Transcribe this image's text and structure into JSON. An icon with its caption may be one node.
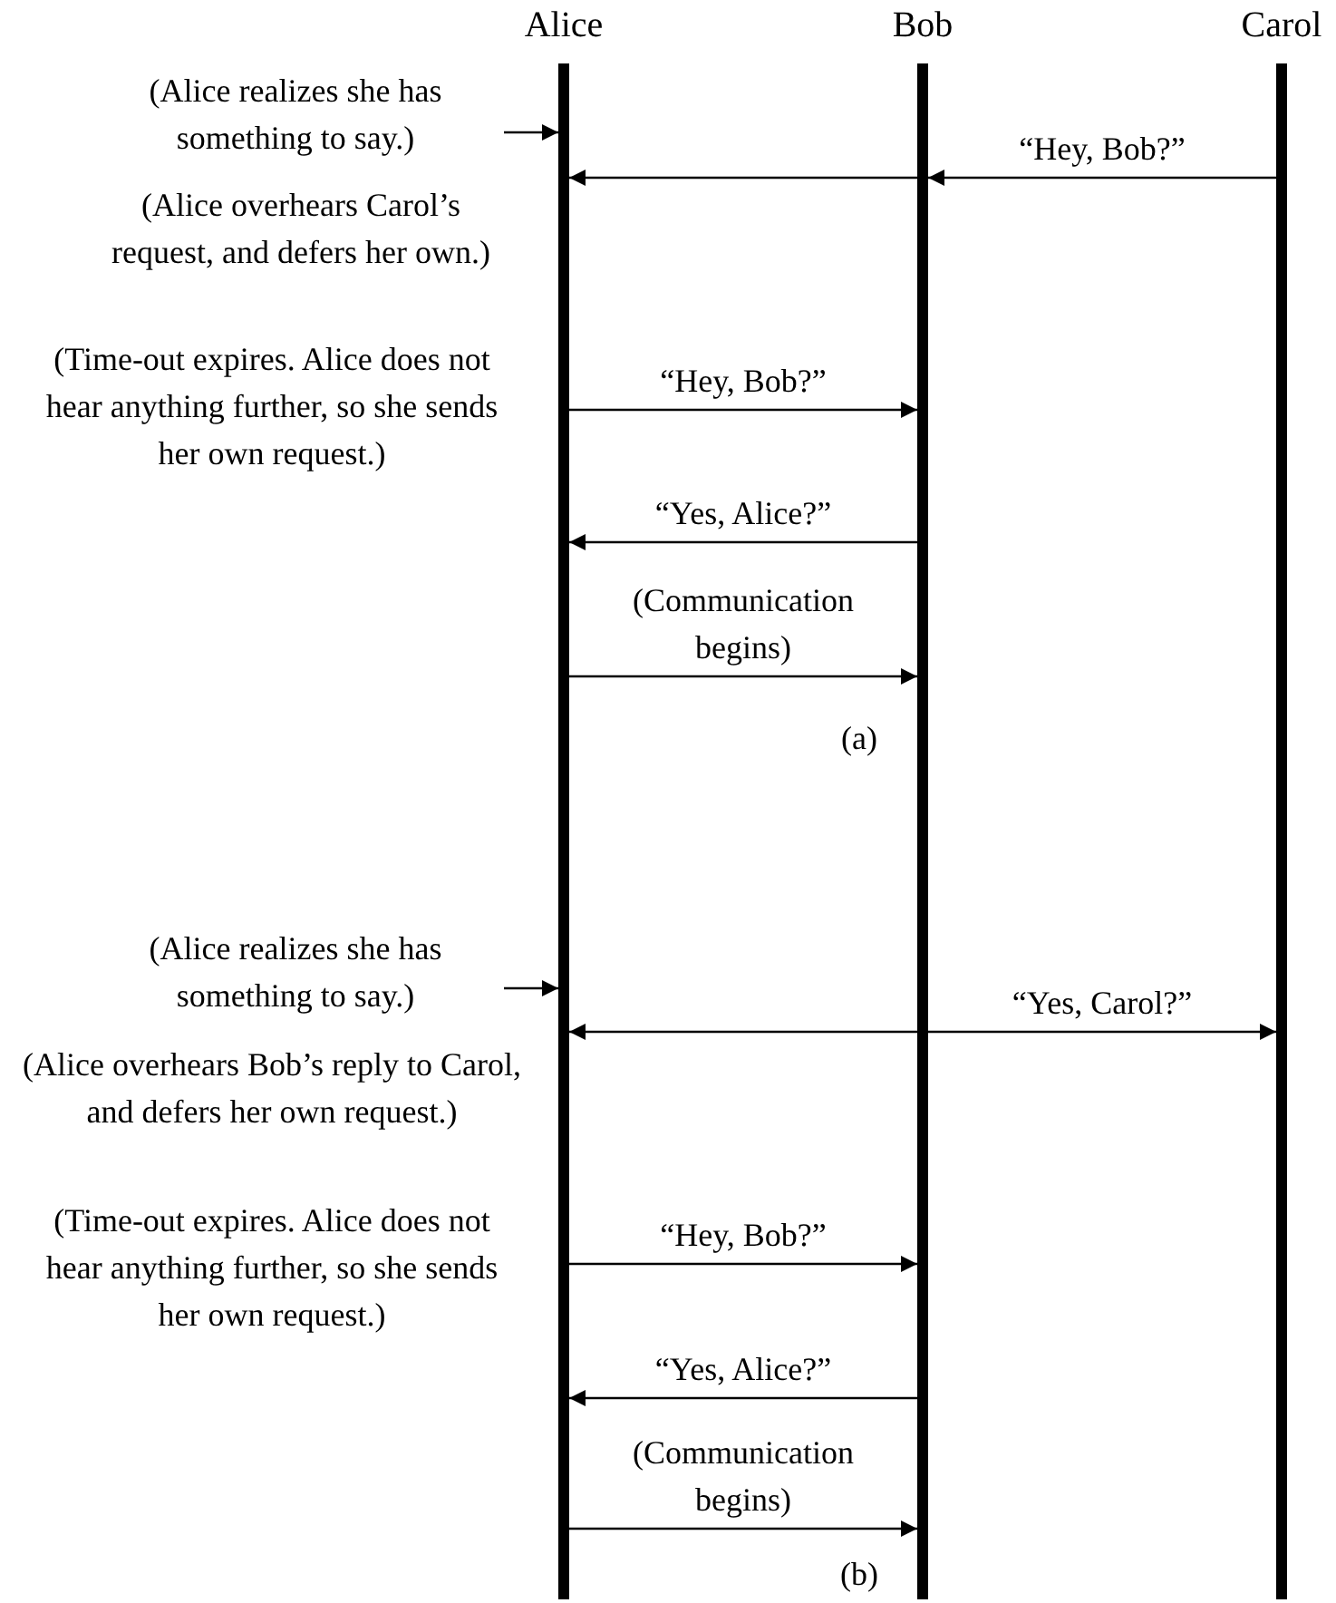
{
  "diagram": {
    "nodes": [
      {
        "text": [
          "Alice"
        ]
      },
      {
        "text": [
          "Bob"
        ]
      },
      {
        "text": [
          "Carol"
        ]
      },
      {
        "text": [
          "(Alice realizes she has something to say.)"
        ]
      },
      {
        "text": [
          "(Alice realizes she has something to say.)"
        ]
      }
    ],
    "edges": [
      {
        "from": 3,
        "to": 0,
        "arrow": "to"
      },
      {
        "from": 2,
        "to": 1,
        "arrow": "to",
        "label": "“Hey, Bob?”"
      },
      {
        "from": 1,
        "to": 0,
        "arrow": "to"
      },
      {
        "from": 0,
        "to": 1,
        "arrow": "to",
        "label": "“Hey, Bob?”"
      },
      {
        "from": 1,
        "to": 0,
        "arrow": "to",
        "label": "“Yes, Alice?”"
      },
      {
        "from": 0,
        "to": 1,
        "arrow": "to",
        "label": "(Communication begins)"
      },
      {
        "from": 4,
        "to": 0,
        "arrow": "to"
      },
      {
        "from": 1,
        "to": 2,
        "arrow": "to",
        "label": "“Yes, Carol?”"
      },
      {
        "from": 1,
        "to": 0,
        "arrow": "to"
      },
      {
        "from": 0,
        "to": 1,
        "arrow": "to",
        "label": "“Hey, Bob?”"
      },
      {
        "from": 1,
        "to": 0,
        "arrow": "to",
        "label": "“Yes, Alice?”"
      },
      {
        "from": 0,
        "to": 1,
        "arrow": "to",
        "label": "(Communication begins)"
      }
    ],
    "labels": [
      "(Alice overhears Carol’s request, and defers her own.)",
      "(Time-out expires. Alice does not hear anything further, so she sends her own request.)",
      "(a)",
      "(Alice overhears Bob’s reply to Carol, and defers her own request.)",
      "(Time-out expires. Alice does not hear anything further, so she sends her own request.)",
      "(b)"
    ]
  }
}
